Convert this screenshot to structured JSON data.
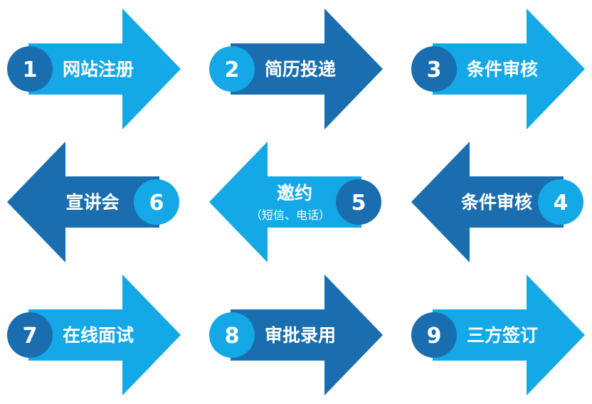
{
  "colors": {
    "light": "#14a8e6",
    "dark": "#1a6eaf",
    "circle_light": "#14a8e6",
    "circle_dark": "#1a6eaf",
    "text": "#ffffff"
  },
  "steps": [
    {
      "number": "1",
      "label": "网站注册",
      "sublabel": "",
      "direction": "right",
      "body": "light",
      "circle": "dark"
    },
    {
      "number": "2",
      "label": "简历投递",
      "sublabel": "",
      "direction": "right",
      "body": "dark",
      "circle": "light"
    },
    {
      "number": "3",
      "label": "条件审核",
      "sublabel": "",
      "direction": "right",
      "body": "light",
      "circle": "dark"
    },
    {
      "number": "6",
      "label": "宣讲会",
      "sublabel": "",
      "direction": "left",
      "body": "dark",
      "circle": "light"
    },
    {
      "number": "5",
      "label": "邀约",
      "sublabel": "（短信、电话）",
      "direction": "left",
      "body": "light",
      "circle": "dark"
    },
    {
      "number": "4",
      "label": "条件审核",
      "sublabel": "",
      "direction": "left",
      "body": "dark",
      "circle": "light"
    },
    {
      "number": "7",
      "label": "在线面试",
      "sublabel": "",
      "direction": "right",
      "body": "light",
      "circle": "dark"
    },
    {
      "number": "8",
      "label": "审批录用",
      "sublabel": "",
      "direction": "right",
      "body": "dark",
      "circle": "light"
    },
    {
      "number": "9",
      "label": "三方签订",
      "sublabel": "",
      "direction": "right",
      "body": "light",
      "circle": "dark"
    }
  ]
}
